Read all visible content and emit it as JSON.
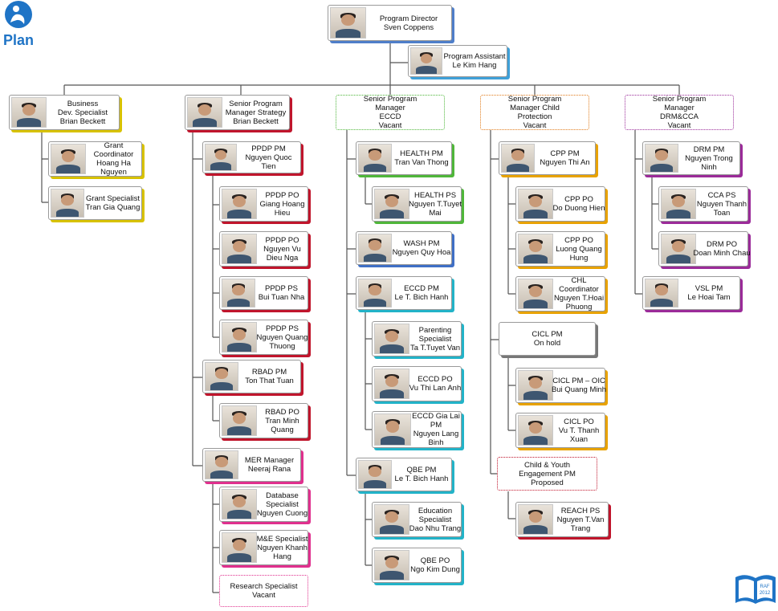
{
  "logo": {
    "text": "Plan"
  },
  "footer_badge": {
    "lines": [
      "RAF",
      "2012"
    ]
  },
  "boxes": [
    {
      "id": "b0",
      "lines": [
        "Program Director",
        "Sven Coppens"
      ],
      "photo": true,
      "vacant": false,
      "accent": "#4f7ec9"
    },
    {
      "id": "b1",
      "lines": [
        "Program Assistant",
        "Le Kim Hang"
      ],
      "photo": true,
      "vacant": false,
      "accent": "#3fa0d8"
    },
    {
      "id": "b2",
      "lines": [
        "Business",
        "Dev. Specialist",
        "Brian Beckett"
      ],
      "photo": true,
      "vacant": false,
      "accent": "#d8c200"
    },
    {
      "id": "b3",
      "lines": [
        "Senior Program",
        "Manager Strategy",
        "Brian Beckett"
      ],
      "photo": true,
      "vacant": false,
      "accent": "#c0152c"
    },
    {
      "id": "b4",
      "lines": [
        "Senior Program",
        "Manager",
        "ECCD",
        "Vacant"
      ],
      "photo": false,
      "vacant": true,
      "accent": "#4fb63a"
    },
    {
      "id": "b5",
      "lines": [
        "Senior Program",
        "Manager Child",
        "Protection",
        "Vacant"
      ],
      "photo": false,
      "vacant": true,
      "accent": "#e07b1a"
    },
    {
      "id": "b6",
      "lines": [
        "Senior Program",
        "Manager",
        "DRM&CCA",
        "Vacant"
      ],
      "photo": false,
      "vacant": true,
      "accent": "#9b2b99"
    },
    {
      "id": "b7",
      "lines": [
        "Grant",
        "Coordinator",
        "Hoang Ha",
        "Nguyen"
      ],
      "photo": true,
      "vacant": false,
      "accent": "#d8c200"
    },
    {
      "id": "b8",
      "lines": [
        "Grant Specialist",
        "Tran Gia Quang"
      ],
      "photo": true,
      "vacant": false,
      "accent": "#d8c200"
    },
    {
      "id": "b9",
      "lines": [
        "PPDP PM",
        "Nguyen Quoc",
        "Tien"
      ],
      "photo": true,
      "vacant": false,
      "accent": "#c0152c"
    },
    {
      "id": "b10",
      "lines": [
        "PPDP PO",
        "Giang Hoang",
        "Hieu"
      ],
      "photo": true,
      "vacant": false,
      "accent": "#c0152c"
    },
    {
      "id": "b11",
      "lines": [
        "PPDP PO",
        "Nguyen Vu",
        "Dieu Nga"
      ],
      "photo": true,
      "vacant": false,
      "accent": "#c0152c"
    },
    {
      "id": "b12",
      "lines": [
        "PPDP PS",
        "Bui Tuan Nha"
      ],
      "photo": true,
      "vacant": false,
      "accent": "#c0152c"
    },
    {
      "id": "b13",
      "lines": [
        "PPDP PS",
        "Nguyen Quang",
        "Thuong"
      ],
      "photo": true,
      "vacant": false,
      "accent": "#c0152c"
    },
    {
      "id": "b14",
      "lines": [
        "RBAD PM",
        "Ton That Tuan"
      ],
      "photo": true,
      "vacant": false,
      "accent": "#c0152c"
    },
    {
      "id": "b15",
      "lines": [
        "RBAD PO",
        "Tran Minh",
        "Quang"
      ],
      "photo": true,
      "vacant": false,
      "accent": "#c0152c"
    },
    {
      "id": "b16",
      "lines": [
        "MER Manager",
        "Neeraj Rana"
      ],
      "photo": true,
      "vacant": false,
      "accent": "#e0308e"
    },
    {
      "id": "b17",
      "lines": [
        "Database",
        "Specialist",
        "Nguyen Cuong"
      ],
      "photo": true,
      "vacant": false,
      "accent": "#e0308e"
    },
    {
      "id": "b18",
      "lines": [
        "M&E Specialist",
        "Nguyen Khanh",
        "Hang"
      ],
      "photo": true,
      "vacant": false,
      "accent": "#e0308e"
    },
    {
      "id": "b19",
      "lines": [
        "Research Specialist",
        "Vacant"
      ],
      "photo": false,
      "vacant": true,
      "accent": "#e0308e"
    },
    {
      "id": "b20",
      "lines": [
        "HEALTH PM",
        "Tran Van Thong"
      ],
      "photo": true,
      "vacant": false,
      "accent": "#4fb63a"
    },
    {
      "id": "b21",
      "lines": [
        "HEALTH PS",
        "Nguyen T.Tuyet",
        "Mai"
      ],
      "photo": true,
      "vacant": false,
      "accent": "#4fb63a"
    },
    {
      "id": "b22",
      "lines": [
        "WASH PM",
        "Nguyen Quy Hoa"
      ],
      "photo": true,
      "vacant": false,
      "accent": "#3f6fc5"
    },
    {
      "id": "b23",
      "lines": [
        "ECCD PM",
        "Le T. Bich Hanh"
      ],
      "photo": true,
      "vacant": false,
      "accent": "#22b3c8"
    },
    {
      "id": "b24",
      "lines": [
        "Parenting",
        "Specialist",
        "Ta T.Tuyet Van"
      ],
      "photo": true,
      "vacant": false,
      "accent": "#22b3c8"
    },
    {
      "id": "b25",
      "lines": [
        "ECCD PO",
        "Vu Thi Lan Anh"
      ],
      "photo": true,
      "vacant": false,
      "accent": "#22b3c8"
    },
    {
      "id": "b26",
      "lines": [
        "ECCD Gia Lai",
        "PM",
        "Nguyen Lang",
        "Binh"
      ],
      "photo": true,
      "vacant": false,
      "accent": "#22b3c8"
    },
    {
      "id": "b27",
      "lines": [
        "QBE PM",
        "Le T. Bich Hanh"
      ],
      "photo": true,
      "vacant": false,
      "accent": "#22b3c8"
    },
    {
      "id": "b28",
      "lines": [
        "Education",
        "Specialist",
        "Dao Nhu Trang"
      ],
      "photo": true,
      "vacant": false,
      "accent": "#22b3c8"
    },
    {
      "id": "b29",
      "lines": [
        "QBE PO",
        "Ngo Kim Dung"
      ],
      "photo": true,
      "vacant": false,
      "accent": "#22b3c8"
    },
    {
      "id": "b30",
      "lines": [
        "CPP PM",
        "Nguyen Thi An"
      ],
      "photo": true,
      "vacant": false,
      "accent": "#e8a200"
    },
    {
      "id": "b31",
      "lines": [
        "CPP PO",
        "Do Duong Hien"
      ],
      "photo": true,
      "vacant": false,
      "accent": "#e8a200"
    },
    {
      "id": "b32",
      "lines": [
        "CPP PO",
        "Luong Quang",
        "Hung"
      ],
      "photo": true,
      "vacant": false,
      "accent": "#e8a200"
    },
    {
      "id": "b33",
      "lines": [
        "CHL",
        "Coordinator",
        "Nguyen T.Hoai",
        "Phuong"
      ],
      "photo": true,
      "vacant": false,
      "accent": "#e8a200"
    },
    {
      "id": "b34",
      "lines": [
        "CICL PM",
        "On hold"
      ],
      "photo": false,
      "vacant": false,
      "accent": "#777777"
    },
    {
      "id": "b35",
      "lines": [
        "CICL PM – OIC",
        "Bui Quang Minh"
      ],
      "photo": true,
      "vacant": false,
      "accent": "#e8a200"
    },
    {
      "id": "b36",
      "lines": [
        "CICL PO",
        "Vu T. Thanh",
        "Xuan"
      ],
      "photo": true,
      "vacant": false,
      "accent": "#e8a200"
    },
    {
      "id": "b37",
      "lines": [
        "Child & Youth",
        "Engagement PM",
        "Proposed"
      ],
      "photo": false,
      "vacant": true,
      "accent": "#c0152c"
    },
    {
      "id": "b38",
      "lines": [
        "REACH PS",
        "Nguyen T.Van",
        "Trang"
      ],
      "photo": true,
      "vacant": false,
      "accent": "#c0152c"
    },
    {
      "id": "b39",
      "lines": [
        "DRM PM",
        "Nguyen Trong",
        "Ninh"
      ],
      "photo": true,
      "vacant": false,
      "accent": "#9b2b99"
    },
    {
      "id": "b40",
      "lines": [
        "CCA PS",
        "Nguyen Thanh",
        "Toan"
      ],
      "photo": true,
      "vacant": false,
      "accent": "#9b2b99"
    },
    {
      "id": "b41",
      "lines": [
        "DRM PO",
        "Doan Minh Chau"
      ],
      "photo": true,
      "vacant": false,
      "accent": "#9b2b99"
    },
    {
      "id": "b42",
      "lines": [
        "VSL PM",
        "Le Hoai Tam"
      ],
      "photo": true,
      "vacant": false,
      "accent": "#9b2b99"
    }
  ]
}
